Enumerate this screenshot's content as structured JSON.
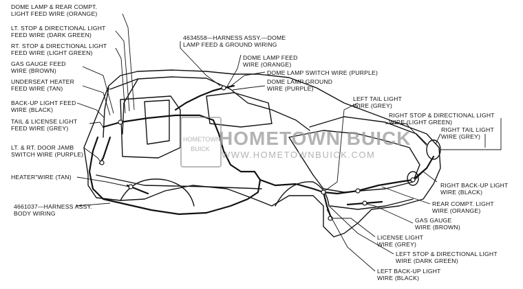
{
  "labels": {
    "dome_rear_1": "DOME LAMP & REAR COMPT.",
    "dome_rear_2": "LIGHT FEED WIRE (ORANGE)",
    "lt_stop_1": "LT. STOP & DIRECTIONAL LIGHT",
    "lt_stop_2": "FEED WIRE (DARK GREEN)",
    "rt_stop_1": "RT. STOP & DIRECTIONAL LIGHT",
    "rt_stop_2": "FEED WIRE (LIGHT GREEN)",
    "gas_feed_1": "GAS GAUGE FEED",
    "gas_feed_2": "WIRE (BROWN)",
    "heater_feed_1": "UNDERSEAT HEATER",
    "heater_feed_2": "FEED WIRE (TAN)",
    "backup_feed_1": "BACK-UP LIGHT FEED",
    "backup_feed_2": "WIRE (BLACK)",
    "tail_lic_1": "TAIL & LICENSE LIGHT",
    "tail_lic_2": "FEED WIRE (GREY)",
    "door_jamb_1": "LT. & RT. DOOR JAMB",
    "door_jamb_2": "SWITCH WIRE (PURPLE)",
    "heater_wire": "HEATER\"WIRE (TAN)",
    "body_harness_1": "4661037—HARNESS ASSY.",
    "body_harness_2": "BODY WIRING",
    "dome_harness_1": "4634558—HARNESS ASSY.—DOME",
    "dome_harness_2": "LAMP FEED & GROUND WIRING",
    "dome_feed_1": "DOME LAMP FEED",
    "dome_feed_2": "WIRE (ORANGE)",
    "dome_switch": "DOME LAMP SWITCH WIRE (PURPLE)",
    "dome_ground_1": "DOME LAMP GROUND",
    "dome_ground_2": "WIRE (PURPLE)",
    "left_tail_1": "LEFT TAIL LIGHT",
    "left_tail_2": "WIRE (GREY)",
    "right_stop_1": "RIGHT STOP & DIRECTIONAL LIGHT",
    "right_stop_2": "WIRE (LIGHT GREEN)",
    "right_tail_1": "RIGHT TAIL LIGHT",
    "right_tail_2": "WIRE (GREY)",
    "right_backup_1": "RIGHT BACK-UP LIGHT",
    "right_backup_2": "WIRE (BLACK)",
    "rear_compt_1": "REAR COMPT. LIGHT",
    "rear_compt_2": "WIRE (ORANGE)",
    "gas_gauge_1": "GAS GAUGE",
    "gas_gauge_2": "WIRE (BROWN)",
    "license_1": "LICENSE LIGHT",
    "license_2": "WIRE (GREY)",
    "left_stop_1": "LEFT STOP & DIRECTIONAL LIGHT",
    "left_stop_2": "WIRE (DARK GREEN)",
    "left_backup_1": "LEFT BACK-UP LIGHT",
    "left_backup_2": "WIRE (BLACK)"
  },
  "watermark": {
    "brand": "HOMETOWN BUICK",
    "url": "WWW.HOMETOWNBUICK.COM",
    "logo_text": "HOMETOWN BUICK"
  }
}
